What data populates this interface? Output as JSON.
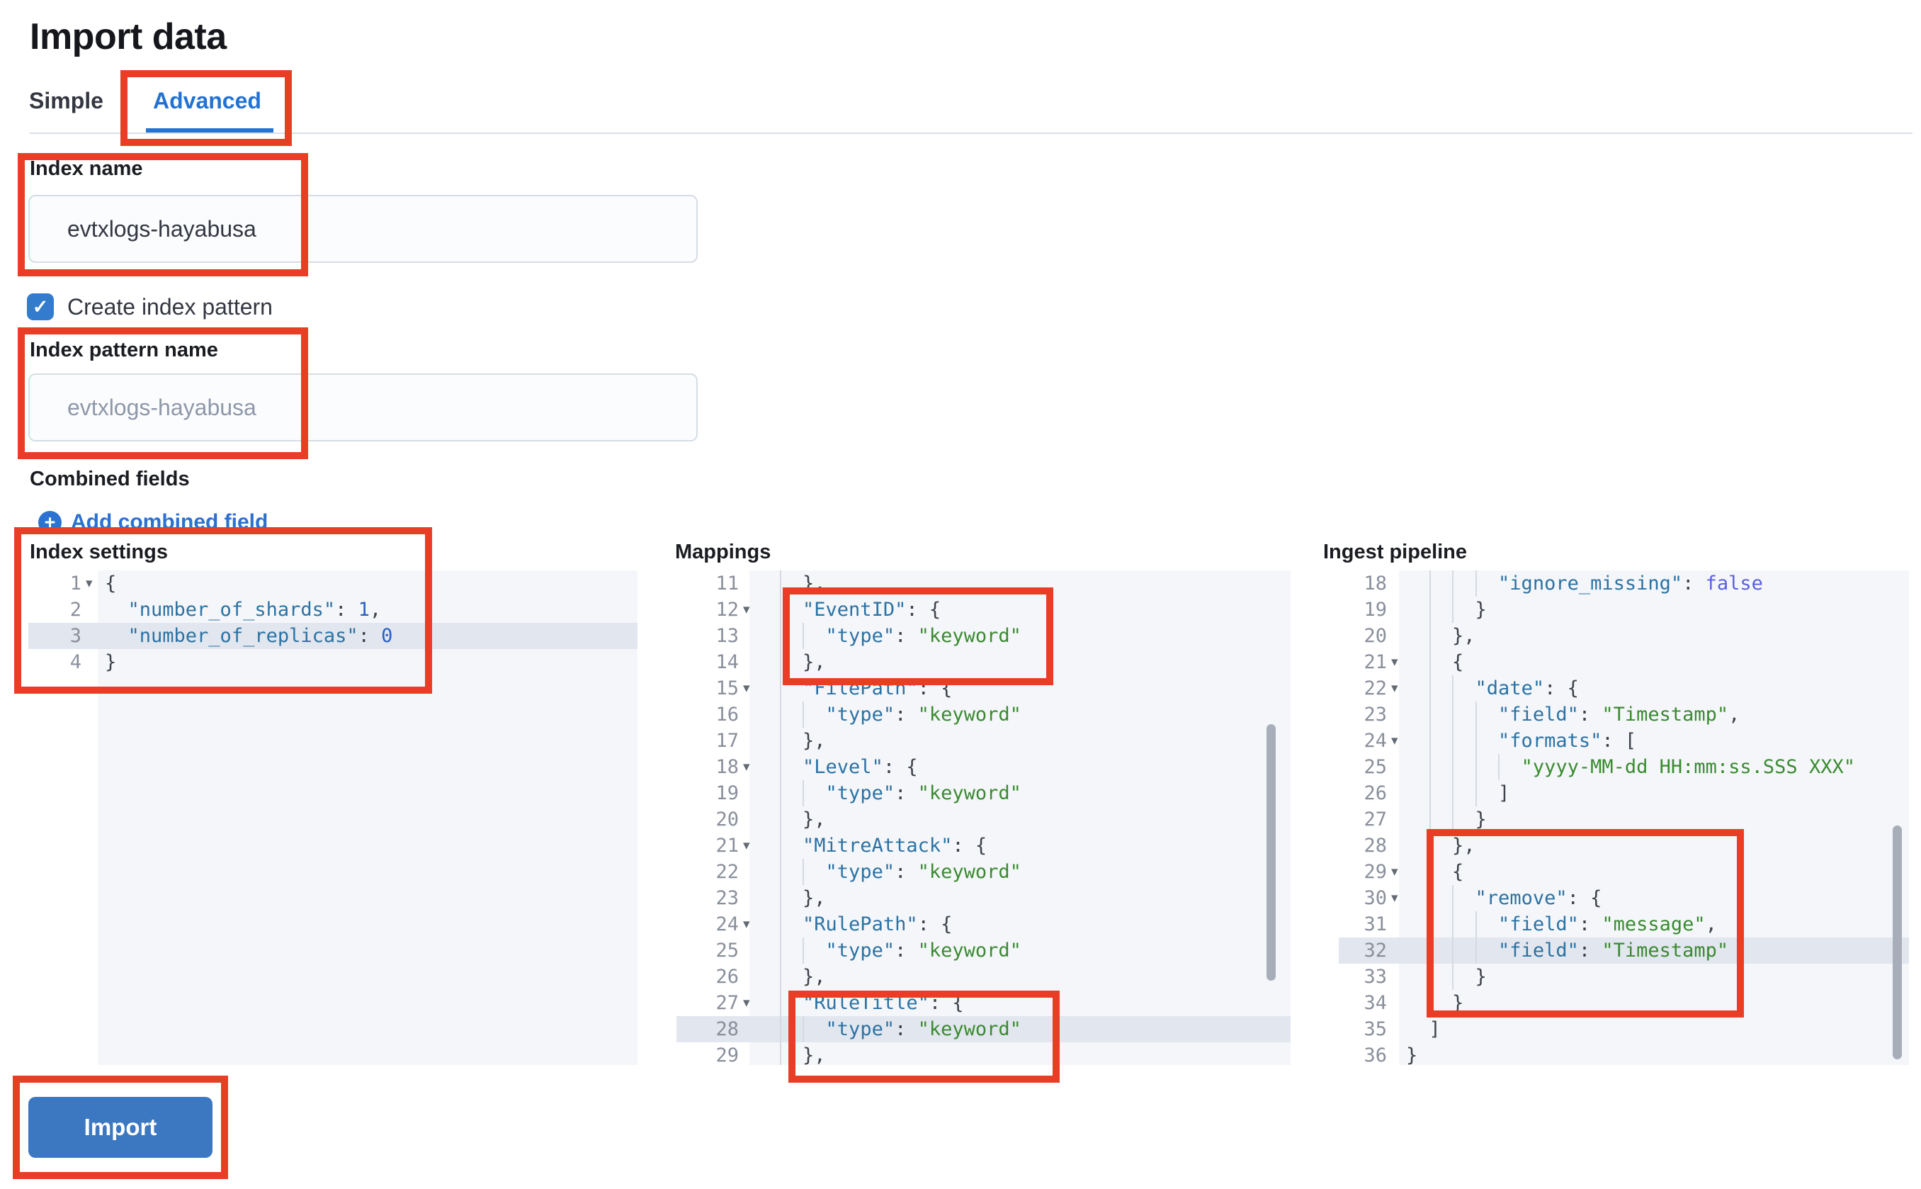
{
  "page": {
    "title": "Import data"
  },
  "tabs": [
    {
      "label": "Simple",
      "active": false
    },
    {
      "label": "Advanced",
      "active": true
    }
  ],
  "form": {
    "index_name": {
      "label": "Index name",
      "value": "evtxlogs-hayabusa"
    },
    "create_index_pattern": {
      "label": "Create index pattern",
      "checked": true
    },
    "index_pattern_name": {
      "label": "Index pattern name",
      "placeholder": "evtxlogs-hayabusa"
    },
    "combined_fields": {
      "label": "Combined fields",
      "add_link_label": "Add combined field"
    }
  },
  "icons": {
    "plus": "+",
    "check": "✓",
    "fold": "▾"
  },
  "colors": {
    "annotation": "#e83e26",
    "accent_blue": "#2272d3",
    "button_blue": "#3c78c2",
    "code_key": "#2b72a3",
    "code_string": "#3a8a30",
    "code_number": "#2a5fc0",
    "code_bool": "#5a5fe0"
  },
  "import_button": {
    "label": "Import"
  },
  "editors": [
    {
      "label": "Index settings",
      "lines": [
        {
          "n": 1,
          "fold": true,
          "hl": false,
          "guides": [],
          "text": "{"
        },
        {
          "n": 2,
          "fold": false,
          "hl": false,
          "guides": [],
          "text": "  \"number_of_shards\": 1,"
        },
        {
          "n": 3,
          "fold": false,
          "hl": true,
          "guides": [],
          "text": "  \"number_of_replicas\": 0"
        },
        {
          "n": 4,
          "fold": false,
          "hl": false,
          "guides": [],
          "text": "}"
        }
      ]
    },
    {
      "label": "Mappings",
      "lines": [
        {
          "n": 11,
          "fold": false,
          "hl": false,
          "guides": [
            2
          ],
          "text": "    },"
        },
        {
          "n": 12,
          "fold": true,
          "hl": false,
          "guides": [
            2
          ],
          "text": "    \"EventID\": {"
        },
        {
          "n": 13,
          "fold": false,
          "hl": false,
          "guides": [
            2,
            4
          ],
          "text": "      \"type\": \"keyword\""
        },
        {
          "n": 14,
          "fold": false,
          "hl": false,
          "guides": [
            2
          ],
          "text": "    },"
        },
        {
          "n": 15,
          "fold": true,
          "hl": false,
          "guides": [
            2
          ],
          "text": "    \"FilePath\": {"
        },
        {
          "n": 16,
          "fold": false,
          "hl": false,
          "guides": [
            2,
            4
          ],
          "text": "      \"type\": \"keyword\""
        },
        {
          "n": 17,
          "fold": false,
          "hl": false,
          "guides": [
            2
          ],
          "text": "    },"
        },
        {
          "n": 18,
          "fold": true,
          "hl": false,
          "guides": [
            2
          ],
          "text": "    \"Level\": {"
        },
        {
          "n": 19,
          "fold": false,
          "hl": false,
          "guides": [
            2,
            4
          ],
          "text": "      \"type\": \"keyword\""
        },
        {
          "n": 20,
          "fold": false,
          "hl": false,
          "guides": [
            2
          ],
          "text": "    },"
        },
        {
          "n": 21,
          "fold": true,
          "hl": false,
          "guides": [
            2
          ],
          "text": "    \"MitreAttack\": {"
        },
        {
          "n": 22,
          "fold": false,
          "hl": false,
          "guides": [
            2,
            4
          ],
          "text": "      \"type\": \"keyword\""
        },
        {
          "n": 23,
          "fold": false,
          "hl": false,
          "guides": [
            2
          ],
          "text": "    },"
        },
        {
          "n": 24,
          "fold": true,
          "hl": false,
          "guides": [
            2
          ],
          "text": "    \"RulePath\": {"
        },
        {
          "n": 25,
          "fold": false,
          "hl": false,
          "guides": [
            2,
            4
          ],
          "text": "      \"type\": \"keyword\""
        },
        {
          "n": 26,
          "fold": false,
          "hl": false,
          "guides": [
            2
          ],
          "text": "    },"
        },
        {
          "n": 27,
          "fold": true,
          "hl": false,
          "guides": [
            2
          ],
          "text": "    \"RuleTitle\": {"
        },
        {
          "n": 28,
          "fold": false,
          "hl": true,
          "guides": [
            2,
            4
          ],
          "text": "      \"type\": \"keyword\""
        },
        {
          "n": 29,
          "fold": false,
          "hl": false,
          "guides": [
            2
          ],
          "text": "    },"
        }
      ]
    },
    {
      "label": "Ingest pipeline",
      "lines": [
        {
          "n": 18,
          "fold": false,
          "hl": false,
          "guides": [
            2,
            4,
            6
          ],
          "text": "        \"ignore_missing\": false"
        },
        {
          "n": 19,
          "fold": false,
          "hl": false,
          "guides": [
            2,
            4
          ],
          "text": "      }"
        },
        {
          "n": 20,
          "fold": false,
          "hl": false,
          "guides": [
            2
          ],
          "text": "    },"
        },
        {
          "n": 21,
          "fold": true,
          "hl": false,
          "guides": [
            2
          ],
          "text": "    {"
        },
        {
          "n": 22,
          "fold": true,
          "hl": false,
          "guides": [
            2,
            4
          ],
          "text": "      \"date\": {"
        },
        {
          "n": 23,
          "fold": false,
          "hl": false,
          "guides": [
            2,
            4,
            6
          ],
          "text": "        \"field\": \"Timestamp\","
        },
        {
          "n": 24,
          "fold": true,
          "hl": false,
          "guides": [
            2,
            4,
            6
          ],
          "text": "        \"formats\": ["
        },
        {
          "n": 25,
          "fold": false,
          "hl": false,
          "guides": [
            2,
            4,
            6,
            8
          ],
          "text": "          \"yyyy-MM-dd HH:mm:ss.SSS XXX\""
        },
        {
          "n": 26,
          "fold": false,
          "hl": false,
          "guides": [
            2,
            4,
            6
          ],
          "text": "        ]"
        },
        {
          "n": 27,
          "fold": false,
          "hl": false,
          "guides": [
            2,
            4
          ],
          "text": "      }"
        },
        {
          "n": 28,
          "fold": false,
          "hl": false,
          "guides": [
            2
          ],
          "text": "    },"
        },
        {
          "n": 29,
          "fold": true,
          "hl": false,
          "guides": [
            2
          ],
          "text": "    {"
        },
        {
          "n": 30,
          "fold": true,
          "hl": false,
          "guides": [
            2,
            4
          ],
          "text": "      \"remove\": {"
        },
        {
          "n": 31,
          "fold": false,
          "hl": false,
          "guides": [
            2,
            4,
            6
          ],
          "text": "        \"field\": \"message\","
        },
        {
          "n": 32,
          "fold": false,
          "hl": true,
          "guides": [
            2,
            4,
            6
          ],
          "text": "        \"field\": \"Timestamp\""
        },
        {
          "n": 33,
          "fold": false,
          "hl": false,
          "guides": [
            2,
            4
          ],
          "text": "      }"
        },
        {
          "n": 34,
          "fold": false,
          "hl": false,
          "guides": [
            2
          ],
          "text": "    }"
        },
        {
          "n": 35,
          "fold": false,
          "hl": false,
          "guides": [],
          "text": "  ]"
        },
        {
          "n": 36,
          "fold": false,
          "hl": false,
          "guides": [],
          "text": "}"
        }
      ]
    }
  ]
}
